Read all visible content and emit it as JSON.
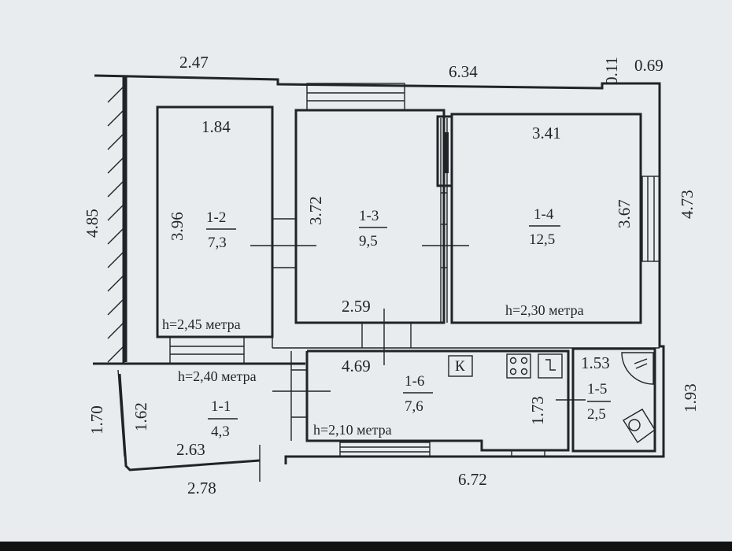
{
  "dimensions": {
    "d_top_247": "2.47",
    "d_top_634": "6.34",
    "d_top_011": "0.11",
    "d_top_069": "0.69",
    "d_left_485": "4.85",
    "d_184": "1.84",
    "d_396": "3.96",
    "d_372": "3.72",
    "d_341": "3.41",
    "d_367": "3.67",
    "d_right_473": "4.73",
    "d_259": "2.59",
    "d_469": "4.69",
    "d_153": "1.53",
    "d_173": "1.73",
    "d_right_193": "1.93",
    "d_left_170": "1.70",
    "d_162": "1.62",
    "d_263": "2.63",
    "d_bottom_278": "2.78",
    "d_bottom_672": "6.72"
  },
  "rooms": [
    {
      "id": "1-2",
      "area": "7,3"
    },
    {
      "id": "1-3",
      "area": "9,5"
    },
    {
      "id": "1-4",
      "area": "12,5"
    },
    {
      "id": "1-1",
      "area": "4,3"
    },
    {
      "id": "1-6",
      "area": "7,6"
    },
    {
      "id": "1-5",
      "area": "2,5"
    }
  ],
  "heights": {
    "h_245": "h=2,45 метра",
    "h_230": "h=2,30 метра",
    "h_240": "h=2,40 метра",
    "h_210": "h=2,10 метра"
  },
  "symbols": {
    "kitchen_letter": "К"
  }
}
